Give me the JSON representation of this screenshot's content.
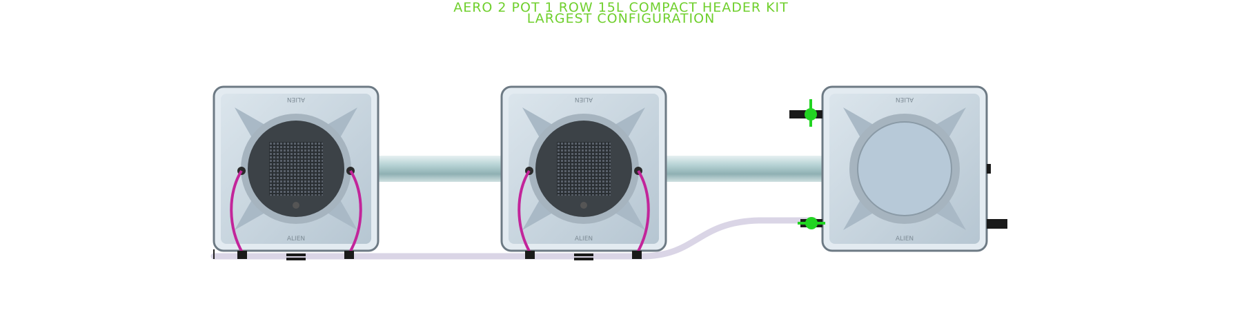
{
  "title": {
    "line1": "AERO 2 POT 1 ROW 15L COMPACT HEADER KIT",
    "line2": "LARGEST CONFIGURATION"
  },
  "pots": [
    {
      "type": "grow-pot",
      "brand_top": "ALIEN",
      "brand_bottom": "ALIEN"
    },
    {
      "type": "grow-pot",
      "brand_top": "ALIEN",
      "brand_bottom": "ALIEN"
    },
    {
      "type": "header-tank",
      "brand_top": "ALIEN",
      "brand_bottom": "ALIEN"
    }
  ],
  "colors": {
    "title": "#6fcf2c",
    "pot_body": "#c9d6e0",
    "pot_edge": "#6d7a84",
    "lid_dark": "#3c4247",
    "pipe": "#a9c6c9",
    "drip_line": "#c2259a",
    "valve": "#22d422",
    "hose": "#dad5e6"
  }
}
